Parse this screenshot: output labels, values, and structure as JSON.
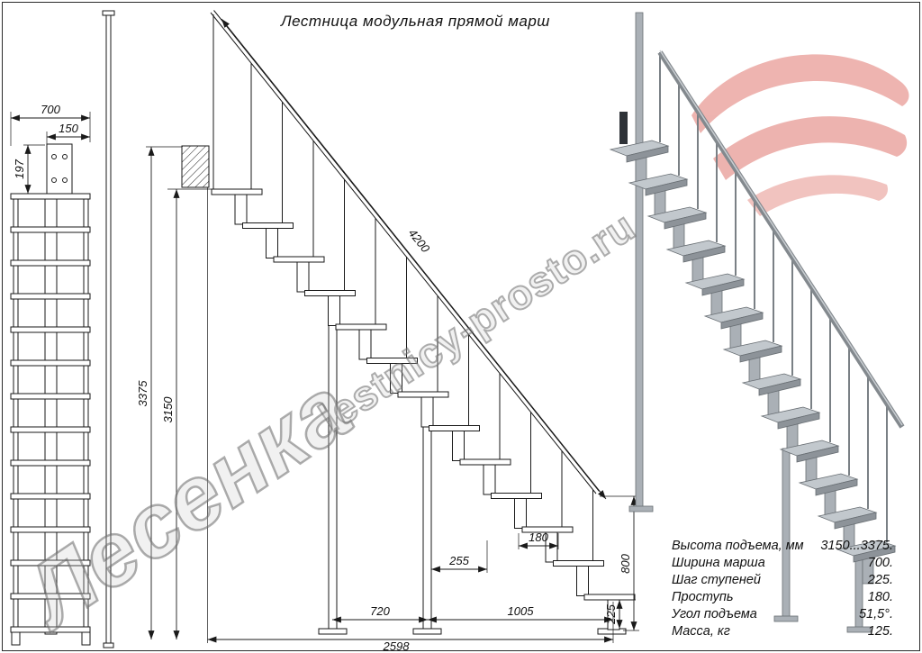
{
  "title": "Лестница модульная прямой марш",
  "watermarks": {
    "site": "lestnicy-prosto.ru",
    "brand": "Лесенка"
  },
  "front_view": {
    "dim_width": "700",
    "dim_step": "150",
    "dim_bracket": "197"
  },
  "side_view": {
    "dim_total_height": "3375",
    "dim_rail_height": "3150",
    "dim_stringer_length": "4200",
    "dim_tread": "180",
    "dim_overlap": "255",
    "dim_riser": "225",
    "dim_post_spacing": "720",
    "dim_bottom_span": "1005",
    "dim_total_run": "2598",
    "dim_end_height": "800"
  },
  "specs": {
    "rows": [
      {
        "label": "Высота подъема, мм",
        "value": "3150...3375."
      },
      {
        "label": "Ширина марша",
        "value": "700."
      },
      {
        "label": "Шаг ступеней",
        "value": "225."
      },
      {
        "label": "Проступь",
        "value": "180."
      },
      {
        "label": "Угол подъема",
        "value": "51,5°."
      },
      {
        "label": "Масса, кг",
        "value": "125."
      }
    ]
  },
  "colors": {
    "line": "#1a1a1a",
    "steel": "#aab0b6",
    "logo_red": "#dd6a61",
    "watermark_gray": "#6e6e6e"
  }
}
